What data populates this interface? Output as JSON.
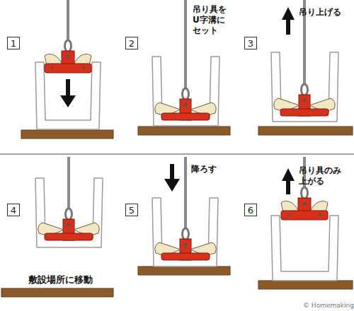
{
  "diagram": {
    "nodes": [
      {
        "text": [
          "1"
        ]
      },
      {
        "text": [
          "2"
        ]
      },
      {
        "text": [
          "3"
        ]
      },
      {
        "text": [
          "4"
        ]
      },
      {
        "text": [
          "5"
        ]
      },
      {
        "text": [
          "6"
        ]
      }
    ],
    "labels": [
      "吊り具を U字溝に セット",
      "吊り上げる",
      "敷設場所に移動",
      "降ろす",
      "吊り具のみ 上がる",
      "© Homemaking"
    ]
  }
}
